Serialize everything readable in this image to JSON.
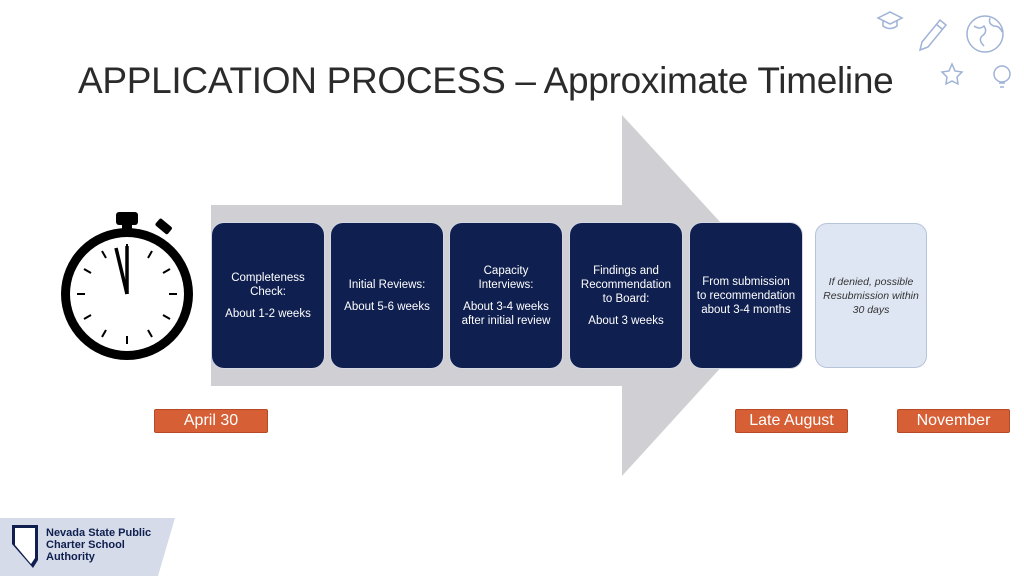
{
  "title": "APPLICATION PROCESS – Approximate Timeline",
  "steps": [
    {
      "line1": "Completeness Check:",
      "line2": "About 1-2 weeks"
    },
    {
      "line1": "Initial Reviews:",
      "line2": "About 5-6 weeks"
    },
    {
      "line1": "Capacity Interviews:",
      "line2": "About 3-4 weeks after initial review"
    },
    {
      "line1": "Findings and Recommendation to Board:",
      "line2": "About 3 weeks"
    },
    {
      "line1": "From submission to recommendation about 3-4 months"
    },
    {
      "line1": "If denied, possible Resubmission within 30 days"
    }
  ],
  "dates": {
    "start": "April 30",
    "mid": "Late August",
    "end": "November"
  },
  "logo": {
    "line1": "Nevada State Public",
    "line2": "Charter School",
    "line3": "Authority"
  },
  "colors": {
    "step_fill": "#0f1f4f",
    "date_fill": "#d65f35",
    "arrow_fill": "#d0d0d4",
    "last_step_fill": "#dfe6f3"
  },
  "icons": [
    "stopwatch-icon",
    "graduation-cap-icon",
    "pencil-icon",
    "globe-icon",
    "lightbulb-icon",
    "nevada-state-icon"
  ]
}
